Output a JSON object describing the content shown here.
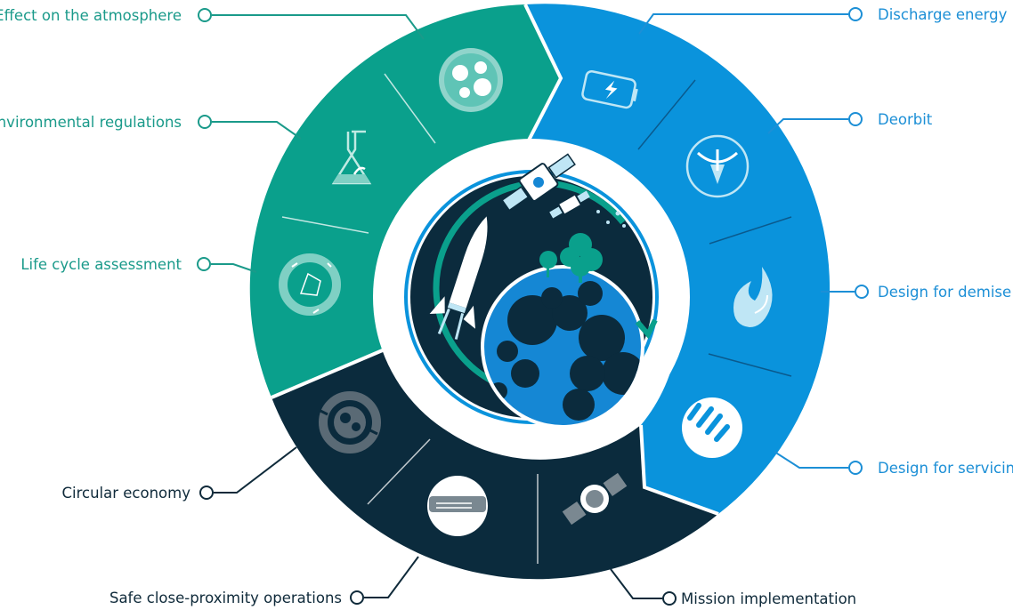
{
  "labels": {
    "effect_atmosphere": "Effect on the atmosphere",
    "environmental_regulations": "Environmental regulations",
    "life_cycle_assessment": "Life cycle assessment",
    "circular_economy": "Circular economy",
    "safe_close_proximity": "Safe close-proximity operations",
    "mission_implementation": "Mission implementation",
    "discharge_energy": "Discharge energy",
    "deorbit": "Deorbit",
    "design_for_demise": "Design for demise",
    "design_for_servicing": "Design for servicing"
  },
  "colors": {
    "green_segment": "#0aa08c",
    "blue_segment": "#0a93dc",
    "dark_segment": "#0b2b3d",
    "globe_ocean": "#1587d4",
    "globe_land": "#0b2b3d",
    "label_green": "#1a9a8a",
    "label_blue": "#1c8fd6",
    "label_dark": "#0f2a3a"
  },
  "icons": [
    "globe-icon",
    "flask-icon",
    "recycle-gem-icon",
    "recycle-earth-icon",
    "handshake-icon",
    "satellite-icon",
    "battery-icon",
    "deorbit-arrow-icon",
    "flame-icon",
    "servicing-hand-icon",
    "rocket-icon",
    "earth-icon"
  ]
}
